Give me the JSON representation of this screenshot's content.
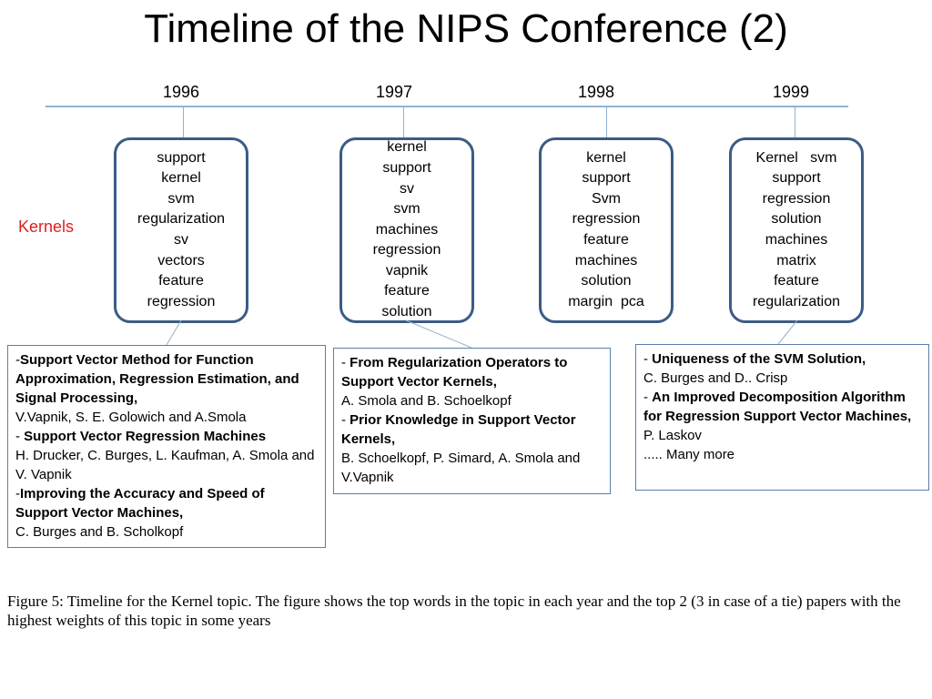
{
  "title": "Timeline of the NIPS Conference (2)",
  "side_label": "Kernels",
  "colors": {
    "line": "#8fb3d1",
    "box_border": "#3b5c85",
    "side_label": "#e01f1f"
  },
  "years": [
    {
      "year": "1996",
      "words": [
        "support",
        "kernel",
        "svm",
        "regularization",
        "sv",
        "vectors",
        "feature",
        "regression"
      ]
    },
    {
      "year": "1997",
      "words": [
        "kernel",
        "support",
        "sv",
        "svm",
        "machines",
        "regression",
        "vapnik",
        "feature",
        "solution"
      ]
    },
    {
      "year": "1998",
      "words": [
        "kernel",
        "support",
        "Svm",
        "regression",
        "feature",
        "machines",
        "solution",
        "margin  pca"
      ]
    },
    {
      "year": "1999",
      "words": [
        "Kernel   svm",
        "support",
        "regression",
        "solution",
        "machines",
        "matrix",
        "feature",
        "regularization"
      ]
    }
  ],
  "papers": [
    {
      "entries": [
        {
          "prefix": "-",
          "title": "Support Vector Method for Function Approximation, Regression Estimation, and Signal Processing,",
          "authors": "V.Vapnik, S. E. Golowich and A.Smola"
        },
        {
          "prefix": "- ",
          "title": "Support Vector Regression Machines",
          "authors": "H. Drucker, C. Burges, L. Kaufman, A. Smola and V. Vapnik"
        },
        {
          "prefix": "-",
          "title": "Improving the Accuracy and Speed of Support Vector Machines,",
          "authors": "C. Burges and B. Scholkopf"
        }
      ],
      "footer": ""
    },
    {
      "entries": [
        {
          "prefix": "- ",
          "title": "From Regularization Operators to Support Vector Kernels,",
          "authors": "A. Smola and B. Schoelkopf"
        },
        {
          "prefix": "- ",
          "title": "Prior Knowledge in Support Vector Kernels,",
          "authors": "B. Schoelkopf, P. Simard, A. Smola and V.Vapnik"
        }
      ],
      "footer": ""
    },
    {
      "entries": [
        {
          "prefix": "- ",
          "title": "Uniqueness of the SVM Solution,",
          "authors": "C. Burges and D.. Crisp"
        },
        {
          "prefix": "- ",
          "title": "An Improved Decomposition Algorithm for Regression Support Vector Machines,",
          "authors": "P. Laskov"
        }
      ],
      "footer": "..... Many more"
    }
  ],
  "caption": "Figure 5:  Timeline for the Kernel topic.  The figure shows the top words in the topic in each year and the top 2 (3 in case of a tie) papers with the highest weights of this topic in some years"
}
